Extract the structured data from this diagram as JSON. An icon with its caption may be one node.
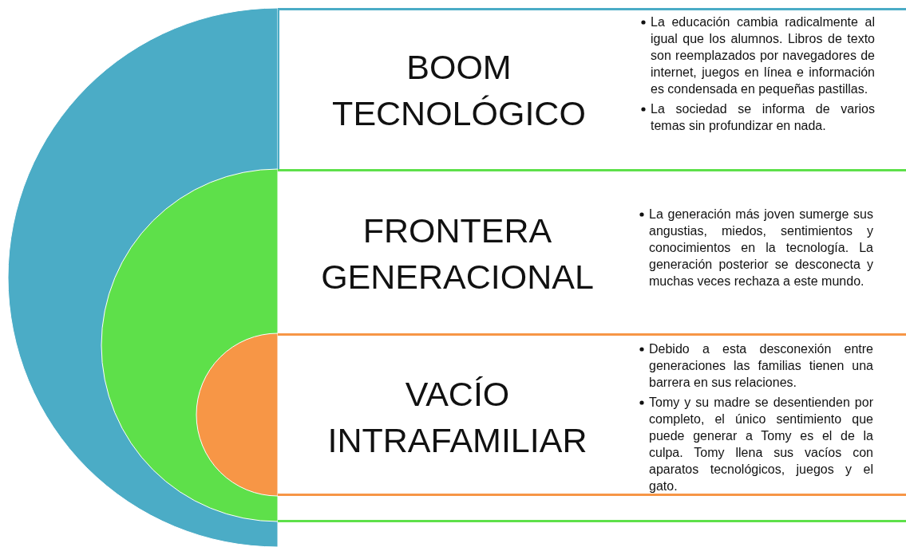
{
  "diagram": {
    "nodes": [
      {
        "text": [],
        "shape": "semicircle"
      },
      {
        "text": [
          "BOOM TECNOLÓGICO",
          "La educación cambia radicalmente al igual que los alumnos.  Libros de texto son reemplazados por navegadores de internet, juegos en línea e información es condensada en pequeñas pastillas.",
          "La sociedad se informa de varios temas sin profundizar en nada."
        ]
      },
      {
        "text": [],
        "shape": "semicircle",
        "in": 0
      },
      {
        "text": [
          "FRONTERA GENERACIONAL",
          "La generación más joven sumerge sus angustias, miedos, sentimientos y conocimientos en la tecnología.  La generación posterior se desconecta y muchas veces rechaza a este mundo."
        ]
      },
      {
        "text": [],
        "shape": "semicircle",
        "in": 2
      },
      {
        "in": 3,
        "text": [
          "VACÍO INTRAFAMILIAR",
          "Debido a esta desconexión entre generaciones las familias tienen una barrera en sus relaciones.",
          "Tomy y su madre se desentienden por completo, el único sentimiento que puede generar a Tomy es el de la culpa.  Tomy llena sus vacíos con aparatos tecnológicos, juegos y el gato."
        ]
      }
    ]
  }
}
